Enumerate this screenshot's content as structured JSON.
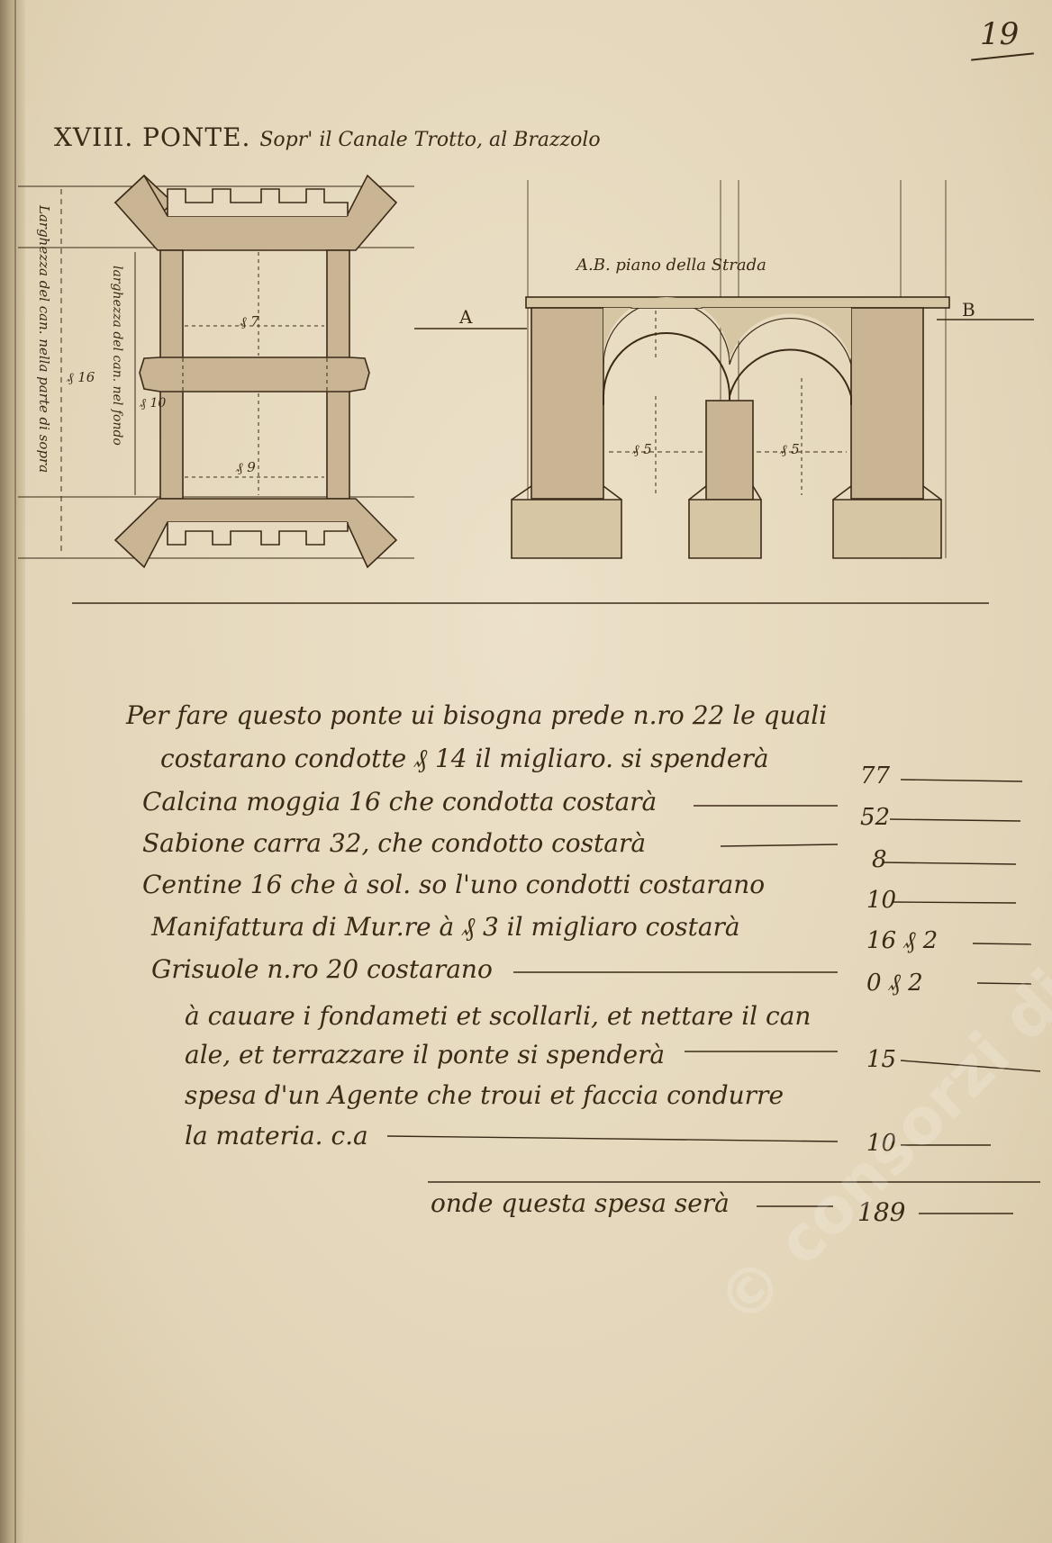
{
  "folio": "19",
  "heading": {
    "number": "XVIII. PONTE.",
    "subtitle": "Sopr' il Canale Trotto, al Brazzolo"
  },
  "drawing": {
    "plan_outer_label": "Larghezza del can. nella parte di sopra",
    "plan_outer_value": "₰ 16",
    "plan_inner_label": "larghezza del can. nel fondo",
    "plan_inner_value": "₰ 10",
    "elevation_label": "A.B. piano della Strada",
    "point_a": "A",
    "point_b": "B",
    "dim_9": "₰ 9",
    "dim_7": "₰ 7",
    "dim_5": "₰ 5"
  },
  "estimate": {
    "lines": [
      {
        "text": "Per fare questo ponte ui bisogna prede n.ro 22 le quali",
        "amount": ""
      },
      {
        "text": "costarano condotte ₰ 14 il migliaro. si spenderà",
        "amount": "77"
      },
      {
        "text": "Calcina moggia 16 che condotta costarà",
        "amount": "52"
      },
      {
        "text": "Sabione carra 32, che condotto costarà",
        "amount": "8"
      },
      {
        "text": "Centine 16 che à sol. so l'uno condotti costarano",
        "amount": "10"
      },
      {
        "text": "Manifattura di Mur.re à ₰ 3 il migliaro costarà",
        "amount": "16 ₰ 2"
      },
      {
        "text": "Grisuole n.ro 20 costarano",
        "amount": "0 ₰ 2"
      },
      {
        "text": "à cauare i fondameti et scollarli, et nettare il can",
        "amount": ""
      },
      {
        "text": "ale, et terrazzare il ponte si spenderà",
        "amount": "15"
      },
      {
        "text": "spesa d'un Agente che troui et faccia condurre",
        "amount": ""
      },
      {
        "text": "la materia. c.a",
        "amount": "10"
      }
    ],
    "total_label": "onde questa spesa serà",
    "total_amount": "189"
  },
  "watermark_text": "© consorzi di bonifica ferraresi",
  "colors": {
    "paper": "#e6d9bf",
    "ink": "#3b2a18",
    "wash": "#c9b593"
  }
}
